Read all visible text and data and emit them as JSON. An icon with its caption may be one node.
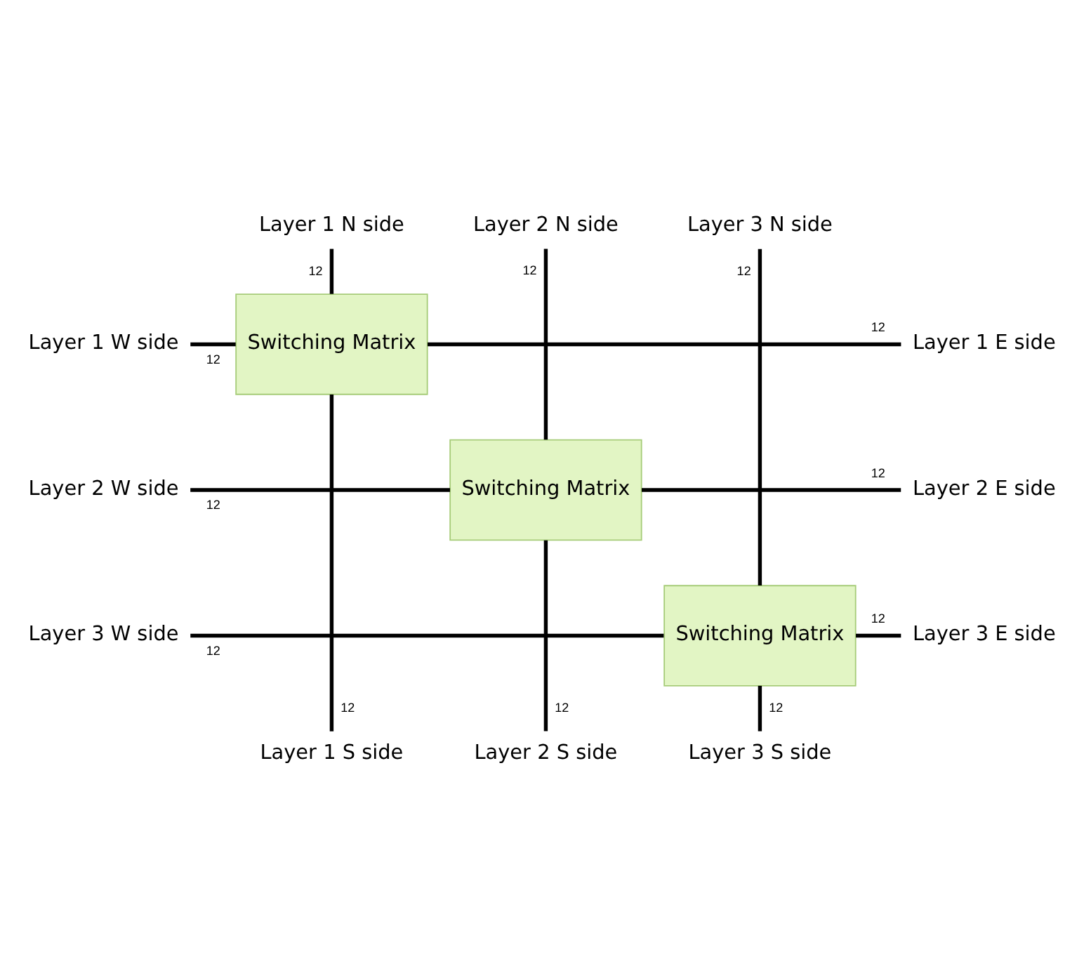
{
  "diagram": {
    "nodes": [
      {
        "text": [
          "Layer 1 N side"
        ]
      },
      {
        "text": [
          "Layer 2 N side"
        ]
      },
      {
        "text": [
          "Layer 3 N side"
        ]
      },
      {
        "text": [
          "Layer 1 W side"
        ]
      },
      {
        "text": [
          "Switching Matrix"
        ]
      },
      {
        "text": [
          "Layer 1 E side"
        ]
      },
      {
        "text": [
          "Layer 2 W side"
        ]
      },
      {
        "text": [
          "Switching Matrix"
        ]
      },
      {
        "text": [
          "Layer 2 E side"
        ]
      },
      {
        "text": [
          "Layer 3 W side"
        ]
      },
      {
        "text": [
          "Switching Matrix"
        ]
      },
      {
        "text": [
          "Layer 3 E side"
        ]
      },
      {
        "text": [
          "Layer 1 S side"
        ]
      },
      {
        "text": [
          "Layer 2 S side"
        ]
      },
      {
        "text": [
          "Layer 3 S side"
        ]
      }
    ],
    "edges": [
      {
        "from": 0,
        "to": 4,
        "arrow": "none",
        "label": "12"
      },
      {
        "from": 4,
        "to": 12,
        "arrow": "none",
        "label": "12"
      },
      {
        "from": 3,
        "to": 4,
        "arrow": "none",
        "label": "12"
      },
      {
        "from": 4,
        "to": 5,
        "arrow": "none",
        "label": "12"
      },
      {
        "from": 1,
        "to": 7,
        "arrow": "none",
        "label": "12"
      },
      {
        "from": 7,
        "to": 13,
        "arrow": "none",
        "label": "12"
      },
      {
        "from": 6,
        "to": 7,
        "arrow": "none",
        "label": "12"
      },
      {
        "from": 7,
        "to": 8,
        "arrow": "none",
        "label": "12"
      },
      {
        "from": 2,
        "to": 10,
        "arrow": "none",
        "label": "12"
      },
      {
        "from": 10,
        "to": 14,
        "arrow": "none",
        "label": "12"
      },
      {
        "from": 9,
        "to": 10,
        "arrow": "none",
        "label": "12"
      },
      {
        "from": 10,
        "to": 11,
        "arrow": "none",
        "label": "12"
      }
    ]
  }
}
